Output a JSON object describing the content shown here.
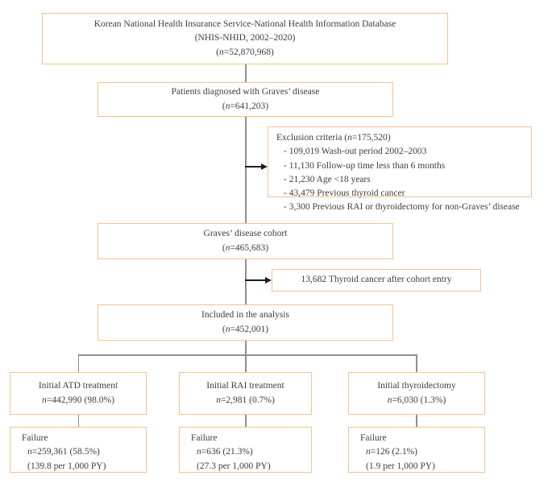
{
  "palette": {
    "box_border": "#f6c28e",
    "connector_line": "#8f8f8f",
    "arrow": "#1c1c1c",
    "text": "#3e3e3e"
  },
  "boxes": {
    "database": {
      "line1": "Korean National Health Insurance Service-National Health Information Database",
      "line2": "(NHIS-NHID, 2002–2020)",
      "n_open": "(",
      "n": "n",
      "n_rest": "=52,870,968)"
    },
    "diagnosed": {
      "line1": "Patients diagnosed with Graves’ disease",
      "n_open": "(",
      "n": "n",
      "n_rest": "=641,203)"
    },
    "exclusion": {
      "title_pre": "Exclusion criteria (",
      "n": "n",
      "title_post": "=175,520)",
      "items": [
        "- 109,019 Wash-out period 2002–2003",
        "- 11,130 Follow-up time less than 6 months",
        "- 21,230 Age <18 years",
        "- 43,479 Previous thyroid cancer",
        "- 3,300 Previous RAI or thyroidectomy for non-Graves’ disease"
      ]
    },
    "cohort": {
      "line1": "Graves’ disease cohort",
      "n_open": "(",
      "n": "n",
      "n_rest": "=465,683)"
    },
    "thyroid_cancer": {
      "line1": "13,682 Thyroid cancer after cohort entry"
    },
    "included": {
      "line1": "Included in the analysis",
      "n_open": "(",
      "n": "n",
      "n_rest": "=452,001)"
    },
    "atd": {
      "line1": "Initial ATD treatment",
      "n": "n",
      "n_rest": "=442,990 (98.0%)"
    },
    "rai": {
      "line1": "Initial RAI treatment",
      "n": "n",
      "n_rest": "=2,981 (0.7%)"
    },
    "thyroidectomy": {
      "line1": "Initial thyroidectomy",
      "n": "n",
      "n_rest": "=6,030 (1.3%)"
    },
    "atd_failure": {
      "line1": "Failure",
      "n": "n",
      "n_rest": "=259,361 (58.5%)",
      "line3": "(139.8 per 1,000 PY)"
    },
    "rai_failure": {
      "line1": "Failure",
      "n": "n",
      "n_rest": "=636 (21.3%)",
      "line3": "(27.3 per 1,000 PY)"
    },
    "thyroidectomy_failure": {
      "line1": "Failure",
      "n": "n",
      "n_rest": "=126 (2.1%)",
      "line3": "(1.9 per 1,000 PY)"
    }
  }
}
